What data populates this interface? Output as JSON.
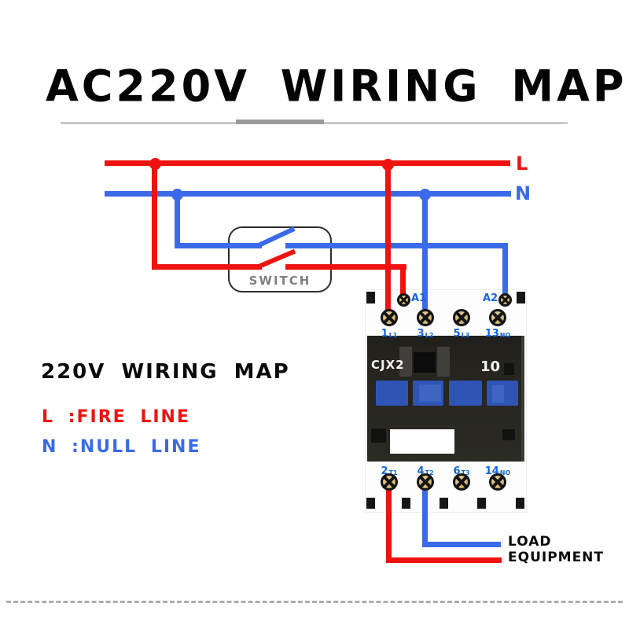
{
  "title": "AC220V WIRING MAP",
  "legend": {
    "heading": "220V WIRING MAP",
    "fire_line": "L :FIRE LINE",
    "null_line": "N :NULL LINE"
  },
  "lines": {
    "live_label": "L",
    "neutral_label": "N"
  },
  "switch": {
    "label": "SWITCH"
  },
  "contactor": {
    "model": "CJX2",
    "rating": "10",
    "coil_terminals": [
      {
        "label": "A1"
      },
      {
        "label": "A2"
      }
    ],
    "top_terminals": [
      {
        "num": "1",
        "sub": "L1"
      },
      {
        "num": "3",
        "sub": "L2"
      },
      {
        "num": "5",
        "sub": "L3"
      },
      {
        "num": "13",
        "sub": "NO"
      }
    ],
    "bottom_terminals": [
      {
        "num": "2",
        "sub": "T1"
      },
      {
        "num": "4",
        "sub": "T2"
      },
      {
        "num": "6",
        "sub": "T3"
      },
      {
        "num": "14",
        "sub": "NO"
      }
    ]
  },
  "load": {
    "line1": "LOAD",
    "line2": "EQUIPMENT"
  },
  "colors": {
    "live": "#ee1310",
    "neutral": "#3a6ae8",
    "terminal_label": "#1566dd",
    "contact_blue": "#2e54b4",
    "switch_text": "#7f7f7f"
  }
}
